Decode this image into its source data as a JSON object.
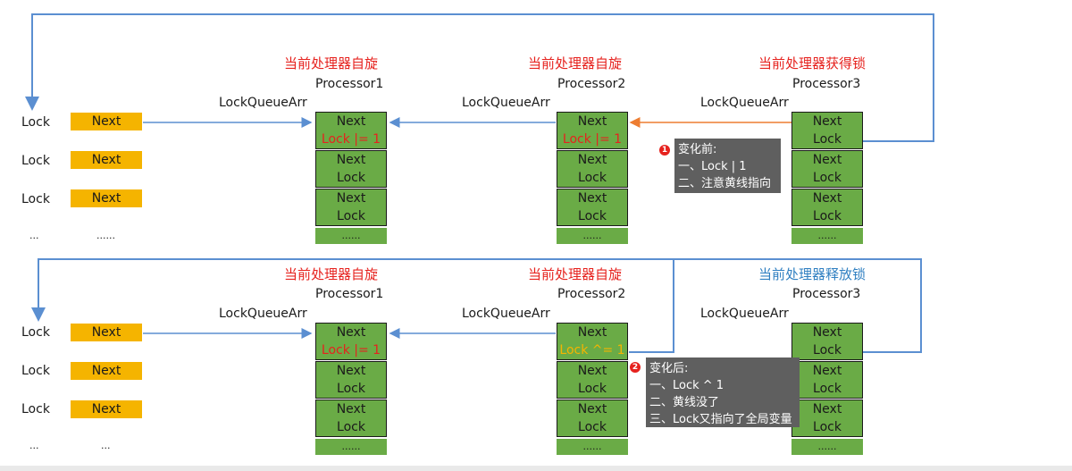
{
  "panels": [
    {
      "top_row_labels": {
        "p1_status": "当前处理器自旋",
        "p2_status": "当前处理器自旋",
        "p3_status": "当前处理器获得锁",
        "p1_name": "Processor1",
        "p2_name": "Processor2",
        "p3_name": "Processor3",
        "lqa": "LockQueueArr"
      },
      "global_rows": [
        {
          "lock": "Lock",
          "next": "Next"
        },
        {
          "lock": "Lock",
          "next": "Next"
        },
        {
          "lock": "Lock",
          "next": "Next"
        },
        {
          "lock": "...",
          "next": "......"
        }
      ],
      "p1_cells": [
        "Next",
        "Lock |= 1",
        "Next",
        "Lock",
        "Next",
        "Lock",
        "......"
      ],
      "p2_cells": [
        "Next",
        "Lock |= 1",
        "Next",
        "Lock",
        "Next",
        "Lock",
        "......"
      ],
      "p3_cells": [
        "Next",
        "Lock",
        "Next",
        "Lock",
        "Next",
        "Lock",
        "......"
      ],
      "note": {
        "badge": "1",
        "lines": [
          "变化前:",
          "一、Lock | 1",
          "二、注意黄线指向"
        ]
      }
    },
    {
      "top_row_labels": {
        "p1_status": "当前处理器自旋",
        "p2_status": "当前处理器自旋",
        "p3_status": "当前处理器释放锁",
        "p1_name": "Processor1",
        "p2_name": "Processor2",
        "p3_name": "Processor3",
        "lqa": "LockQueueArr"
      },
      "global_rows": [
        {
          "lock": "Lock",
          "next": "Next"
        },
        {
          "lock": "Lock",
          "next": "Next"
        },
        {
          "lock": "Lock",
          "next": "Next"
        },
        {
          "lock": "...",
          "next": "..."
        }
      ],
      "p1_cells": [
        "Next",
        "Lock |= 1",
        "Next",
        "Lock",
        "Next",
        "Lock",
        "......"
      ],
      "p2_cells": [
        "Next",
        "Lock ^= 1",
        "Next",
        "Lock",
        "Next",
        "Lock",
        "......"
      ],
      "p3_cells": [
        "Next",
        "Lock",
        "Next",
        "Lock",
        "Next",
        "Lock",
        "......"
      ],
      "note": {
        "badge": "2",
        "lines": [
          "变化后:",
          "一、Lock ^ 1",
          "二、黄线没了",
          "三、Lock又指向了全局变量"
        ]
      }
    }
  ],
  "colors": {
    "arrow_blue": "#5b8fd1",
    "arrow_orange": "#ed7d31",
    "cell_green": "#6aab46",
    "next_yellow": "#f5b400",
    "status_red": "#e6221e",
    "status_blue": "#2f7fc1"
  }
}
